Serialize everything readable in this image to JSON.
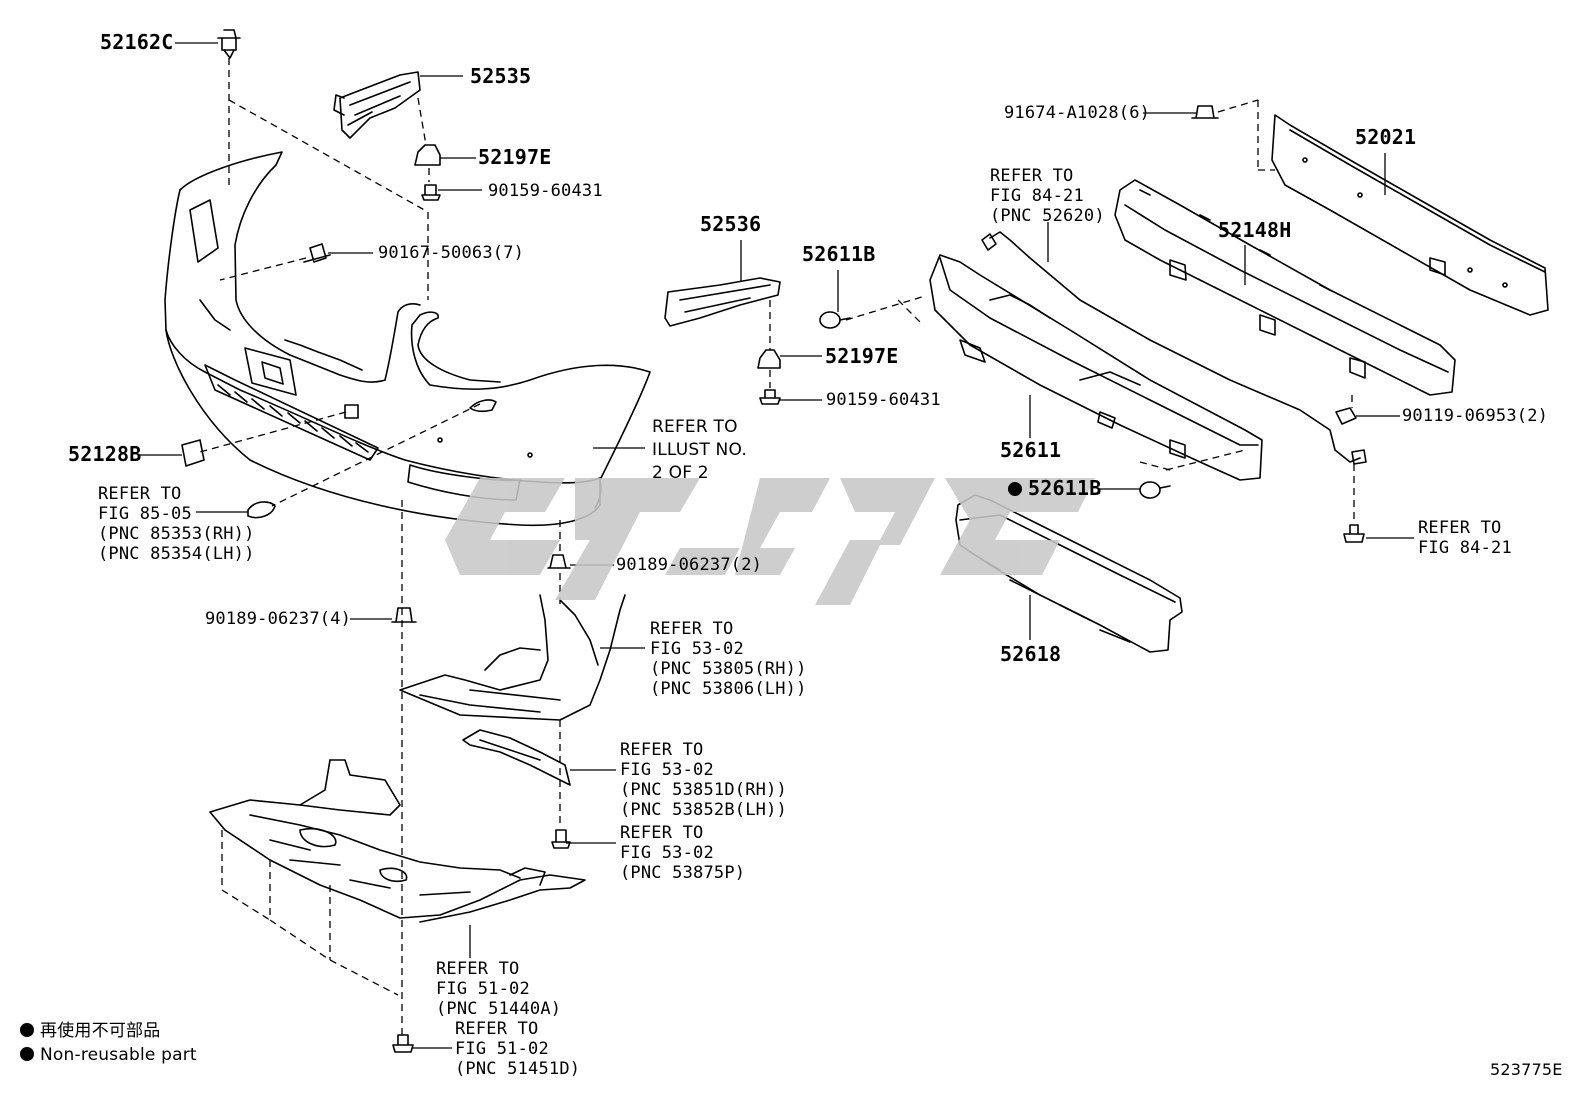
{
  "part_labels": {
    "p52162C": "52162C",
    "p52535": "52535",
    "p52197E_a": "52197E",
    "p90159_a": "90159-60431",
    "p90167": "90167-50063(7)",
    "p52128B": "52128B",
    "p52536": "52536",
    "p52611B_a": "52611B",
    "p52197E_b": "52197E",
    "p90159_b": "90159-60431",
    "p52611": "52611",
    "p52611B_b": "52611B",
    "p52618": "52618",
    "p91674": "91674-A1028(6)",
    "p52021": "52021",
    "p52148H": "52148H",
    "p90119": "90119-06953(2)",
    "p90189_a": "90189-06237(2)",
    "p90189_b": "90189-06237(4)",
    "diagram_id": "523775E"
  },
  "refer_notes": {
    "fig85": "REFER TO\nFIG 85-05\n(PNC 85353(RH))\n(PNC 85354(LH))",
    "illust": "REFER TO\nILLUST NO.\n2 OF 2",
    "fig84_top": "REFER TO\nFIG 84-21\n(PNC 52620)",
    "fig84_bottom": "REFER TO\nFIG 84-21",
    "fig53_a": "REFER TO\nFIG 53-02\n(PNC 53805(RH))\n(PNC 53806(LH))",
    "fig53_b": "REFER TO\nFIG 53-02\n(PNC 53851D(RH))\n(PNC 53852B(LH))",
    "fig53_c": "REFER TO\nFIG 53-02\n(PNC 53875P)",
    "fig51_a": "REFER TO\nFIG 51-02\n(PNC 51440A)",
    "fig51_b": "REFER TO\nFIG 51-02\n(PNC 51451D)"
  },
  "legend": {
    "line_jp": "再使用不可部品",
    "line_en": "Non-reusable part"
  },
  "colors": {
    "line": "#000000",
    "watermark": "#c8c8c8",
    "background": "#ffffff"
  }
}
